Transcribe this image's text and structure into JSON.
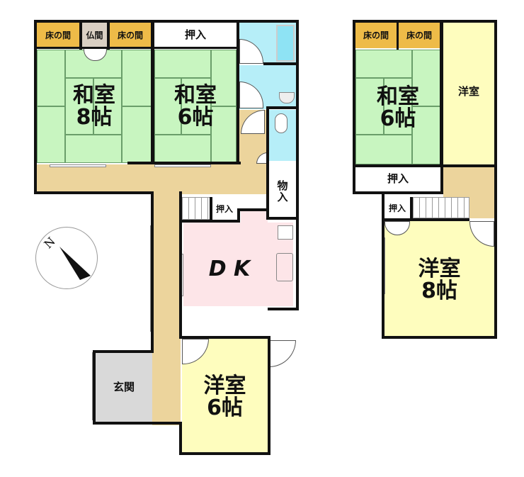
{
  "floor1": {
    "rooms": {
      "washitsu8": {
        "name": "和室",
        "size": "8帖"
      },
      "washitsu6": {
        "name": "和室",
        "size": "6帖"
      },
      "tokonoma_a": {
        "name": "床の間"
      },
      "butsuma": {
        "name": "仏間"
      },
      "tokonoma_b": {
        "name": "床の間"
      },
      "oshiire_top": {
        "name": "押入"
      },
      "monoire": {
        "name": "物\n入"
      },
      "oshiire_small": {
        "name": "押入"
      },
      "dk": {
        "name": "D K"
      },
      "yoshitsu6": {
        "name": "洋室",
        "size": "6帖"
      },
      "genkan": {
        "name": "玄関"
      }
    }
  },
  "floor2": {
    "rooms": {
      "tokonoma_a": {
        "name": "床の間"
      },
      "tokonoma_b": {
        "name": "床の間"
      },
      "washitsu6": {
        "name": "和室",
        "size": "6帖"
      },
      "yoshitsu": {
        "name": "洋室"
      },
      "oshiire_big": {
        "name": "押入"
      },
      "oshiire_small": {
        "name": "押入"
      },
      "yoshitsu8": {
        "name": "洋室",
        "size": "8帖"
      }
    }
  },
  "compass": {
    "label": "N"
  },
  "colors": {
    "tatami": "#c8f5c0",
    "tokonoma": "#eebb48",
    "butsuma": "#d9cfc3",
    "hallway": "#ecd49c",
    "water": "#b6eef8",
    "dk": "#fde5e8",
    "yoshitsu": "#fefdbe",
    "genkan": "#d9d9d9",
    "wall": "#111111"
  }
}
